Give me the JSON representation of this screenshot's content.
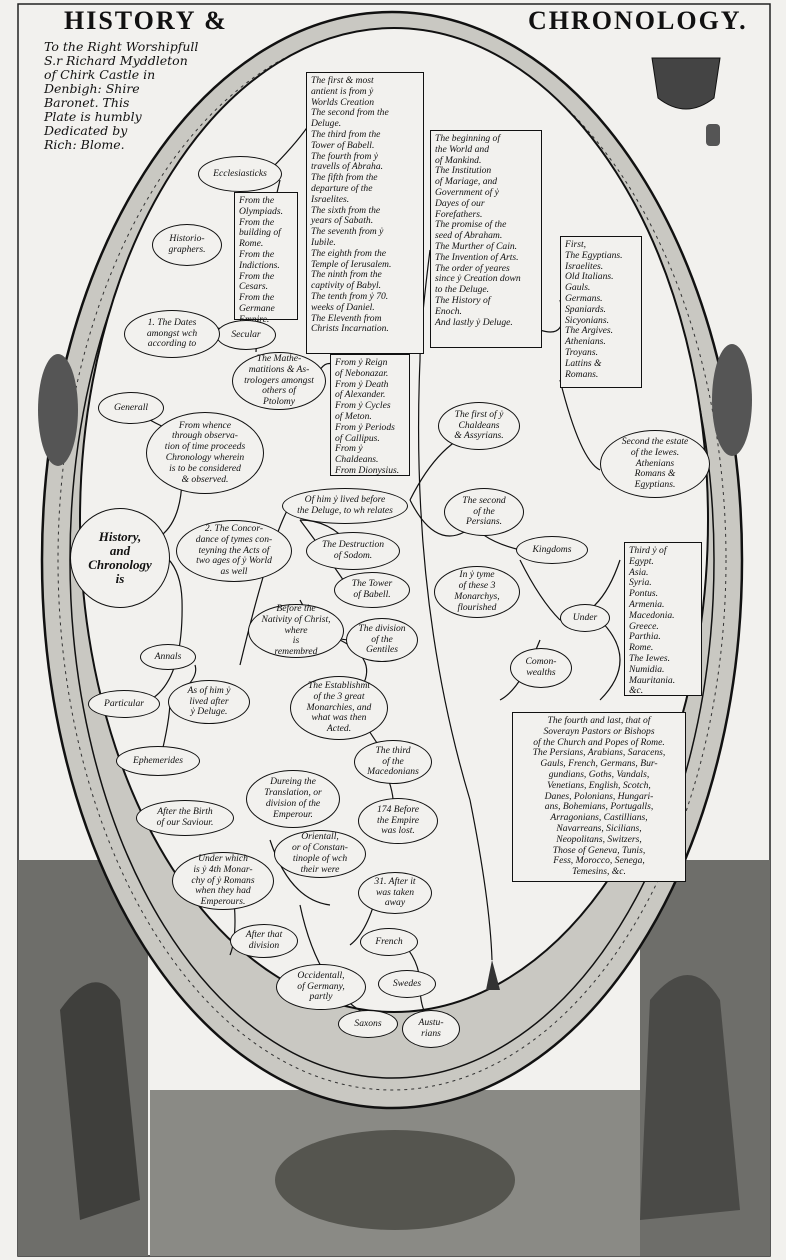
{
  "title": {
    "left": "HISTORY &",
    "right": "CHRONOLOGY."
  },
  "dedication": "To the Right Worshipfull\nS.r Richard Myddleton\nof Chirk Castle in\nDenbigh: Shire\nBaronet. This\nPlate is humbly\nDedicated by\nRich: Blome.",
  "center": "History,\nand\nChronology\nis",
  "nodes": {
    "worlds_creation": "The first & most\nantient is from ẏ\nWorlds Creation\nThe second from the\nDeluge.\nThe third from the\nTower of Babell.\nThe fourth from ẏ\ntravells of Abraha.\nThe fifth from the\ndeparture of the\nIsraelites.\nThe sixth from the\nyears of Sabath.\nThe seventh from ẏ\nIubile.\nThe eighth from the\nTemple of Ierusalem.\nThe ninth from the\ncaptivity of Babyl.\nThe tenth from ẏ 70.\nweeks of Daniel.\nThe Eleventh from\nChrists Incarnation.",
    "beginning": "The beginning of\nthe World and\nof Mankind.\nThe Institution\nof Mariage, and\nGovernment of ẏ\nDayes of our\nForefathers.\nThe promise of the\nseed of Abraham.\nThe Murther of Cain.\nThe Invention of Arts.\nThe order of yeares\nsince ẏ Creation down\nto the Deluge.\nThe History of\nEnoch.\nAnd lastly ẏ Deluge.",
    "peoples": "First,\nThe Egyptians.\nIsraelites.\nOld Italians.\nGauls.\nGermans.\nSpaniards.\nSicyonians.\nThe Argives.\nAthenians.\nTroyans.\nLattins &\nRomans.",
    "ecclesiasticks": "Ecclesiasticks",
    "olympiads": "From the\nOlympiads.\nFrom the\nbuilding of\nRome.\nFrom the\nIndictions.\nFrom the\nCesars.\nFrom the\nGermane\nEmpire.",
    "historiographers": "Historio-\ngraphers.",
    "secular": "Secular",
    "dates": "1. The Dates\namongst wch\naccording to",
    "mathematitions": "The Mathe-\nmatitions & As-\ntrologers amongst\nothers of\nPtolomy",
    "reign": "From ẏ Reign\nof Nebonazar.\nFrom ẏ Death\nof Alexander.\nFrom ẏ Cycles\nof Meton.\nFrom ẏ Periods\nof Callipus.\nFrom ẏ Chaldeans.\nFrom Dionysius.",
    "generall": "Generall",
    "fromwhence": "From whence\nthrough observa-\ntion of time proceeds\nChronology wherein\nis to be considered\n& observed.",
    "first_chaldeans": "The first of ẏ\nChaldeans\n& Assyrians.",
    "second_estate": "Second the estate\nof the Iewes.\nAthenians\nRomans &\nEgyptians.",
    "before_deluge": "Of him ẏ lived before\nthe Deluge, to wh relates",
    "concordance": "2. The Concor-\ndance of tymes con-\nteyning the Acts of\ntwo ages of ẏ World\nas well",
    "destruction": "The Destruction\nof Sodom.",
    "tower": "The Tower\nof Babell.",
    "second_persians": "The second\nof the\nPersians.",
    "kingdoms": "Kingdoms",
    "third_egypt": "Third ẏ of\nEgypt.\nAsia.\nSyria.\nPontus.\nArmenia.\nMacedonia.\nGreece.\nParthia.\nRome.\nThe Iewes.\nNumidia.\nMauritania.\n&c.",
    "before_nativity": "Before the\nNativity of Christ,\nwhere\nis\nremembred",
    "division_gentiles": "The division\nof the\nGentiles",
    "three_monarchies": "In ẏ tyme\nof these 3\nMonarchys,\nflourished",
    "under": "Under",
    "annals": "Annals",
    "comonwealths": "Comon-\nwealths",
    "particular": "Particular",
    "lived_after": "As of him ẏ\nlived after\nẏ Deluge.",
    "establishment": "The Establishmt\nof the 3 great\nMonarchies, and\nwhat was then\nActed.",
    "fourth_last": "The fourth and last, that of\nSoverayn Pastors or Bishops\nof the Church and Popes of Rome.\nThe Persians, Arabians, Saracens,\nGauls, French, Germans, Bur-\ngundians, Goths, Vandals,\nVenetians, English, Scotch,\nDanes, Polonians, Hungari-\nans, Bohemians, Portugalls,\nArragonians, Castillians,\nNavarreans, Sicilians,\nNeopolitans, Switzers,\nThose of Geneva, Tunis,\nFess, Morocco, Senega,\nTemesins, &c.",
    "ephemerides": "Ephemerides",
    "third_macedonians": "The third\nof the\nMacedonians",
    "translation": "Dureing the\nTranslation, or\ndivision of the\nEmperour.",
    "birth_saviour": "After the Birth\nof our Saviour.",
    "b174": "174 Before\nthe Empire\nwas lost.",
    "orientall": "Orientall,\nor of Constan-\ntinople of wch\ntheir were",
    "fourth_monarchy": "Under which\nis ẏ 4th Monar-\nchy of ẏ Romans\nwhen they had\nEmperours.",
    "a31": "31. After it\nwas taken\naway",
    "after_division": "After that\ndivision",
    "french": "French",
    "occidentall": "Occidentall,\nof Germany,\npartly",
    "swedes": "Swedes",
    "saxons": "Saxons",
    "austurians": "Austu-\nrians"
  }
}
